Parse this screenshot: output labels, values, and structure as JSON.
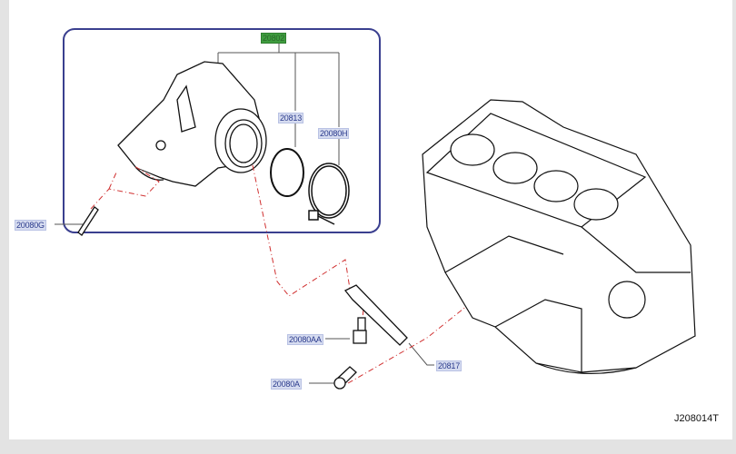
{
  "diagram": {
    "callouts": {
      "assembly": "20802",
      "gasket": "20813",
      "clamp": "20080H",
      "stud": "20080G",
      "bolt_upper": "20080AA",
      "bracket": "20817",
      "bolt_lower": "20080A"
    },
    "reference_code": "J208014T",
    "colors": {
      "frame": "#3a3f8f",
      "leader_dashed": "#d03030",
      "highlight": "#3f9c3f"
    }
  }
}
